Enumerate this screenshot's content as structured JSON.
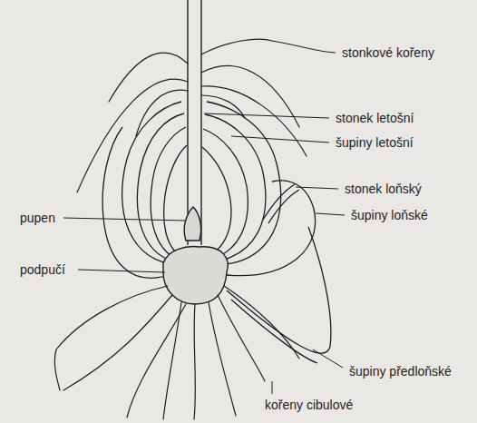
{
  "diagram": {
    "labels": [
      "stonkové kořeny",
      "stonek letošní",
      "šupiny letošní",
      "stonek loňský",
      "šupiny loňské",
      "pupen",
      "podpučí",
      "šupiny předloňské",
      "kořeny cibulové"
    ]
  }
}
